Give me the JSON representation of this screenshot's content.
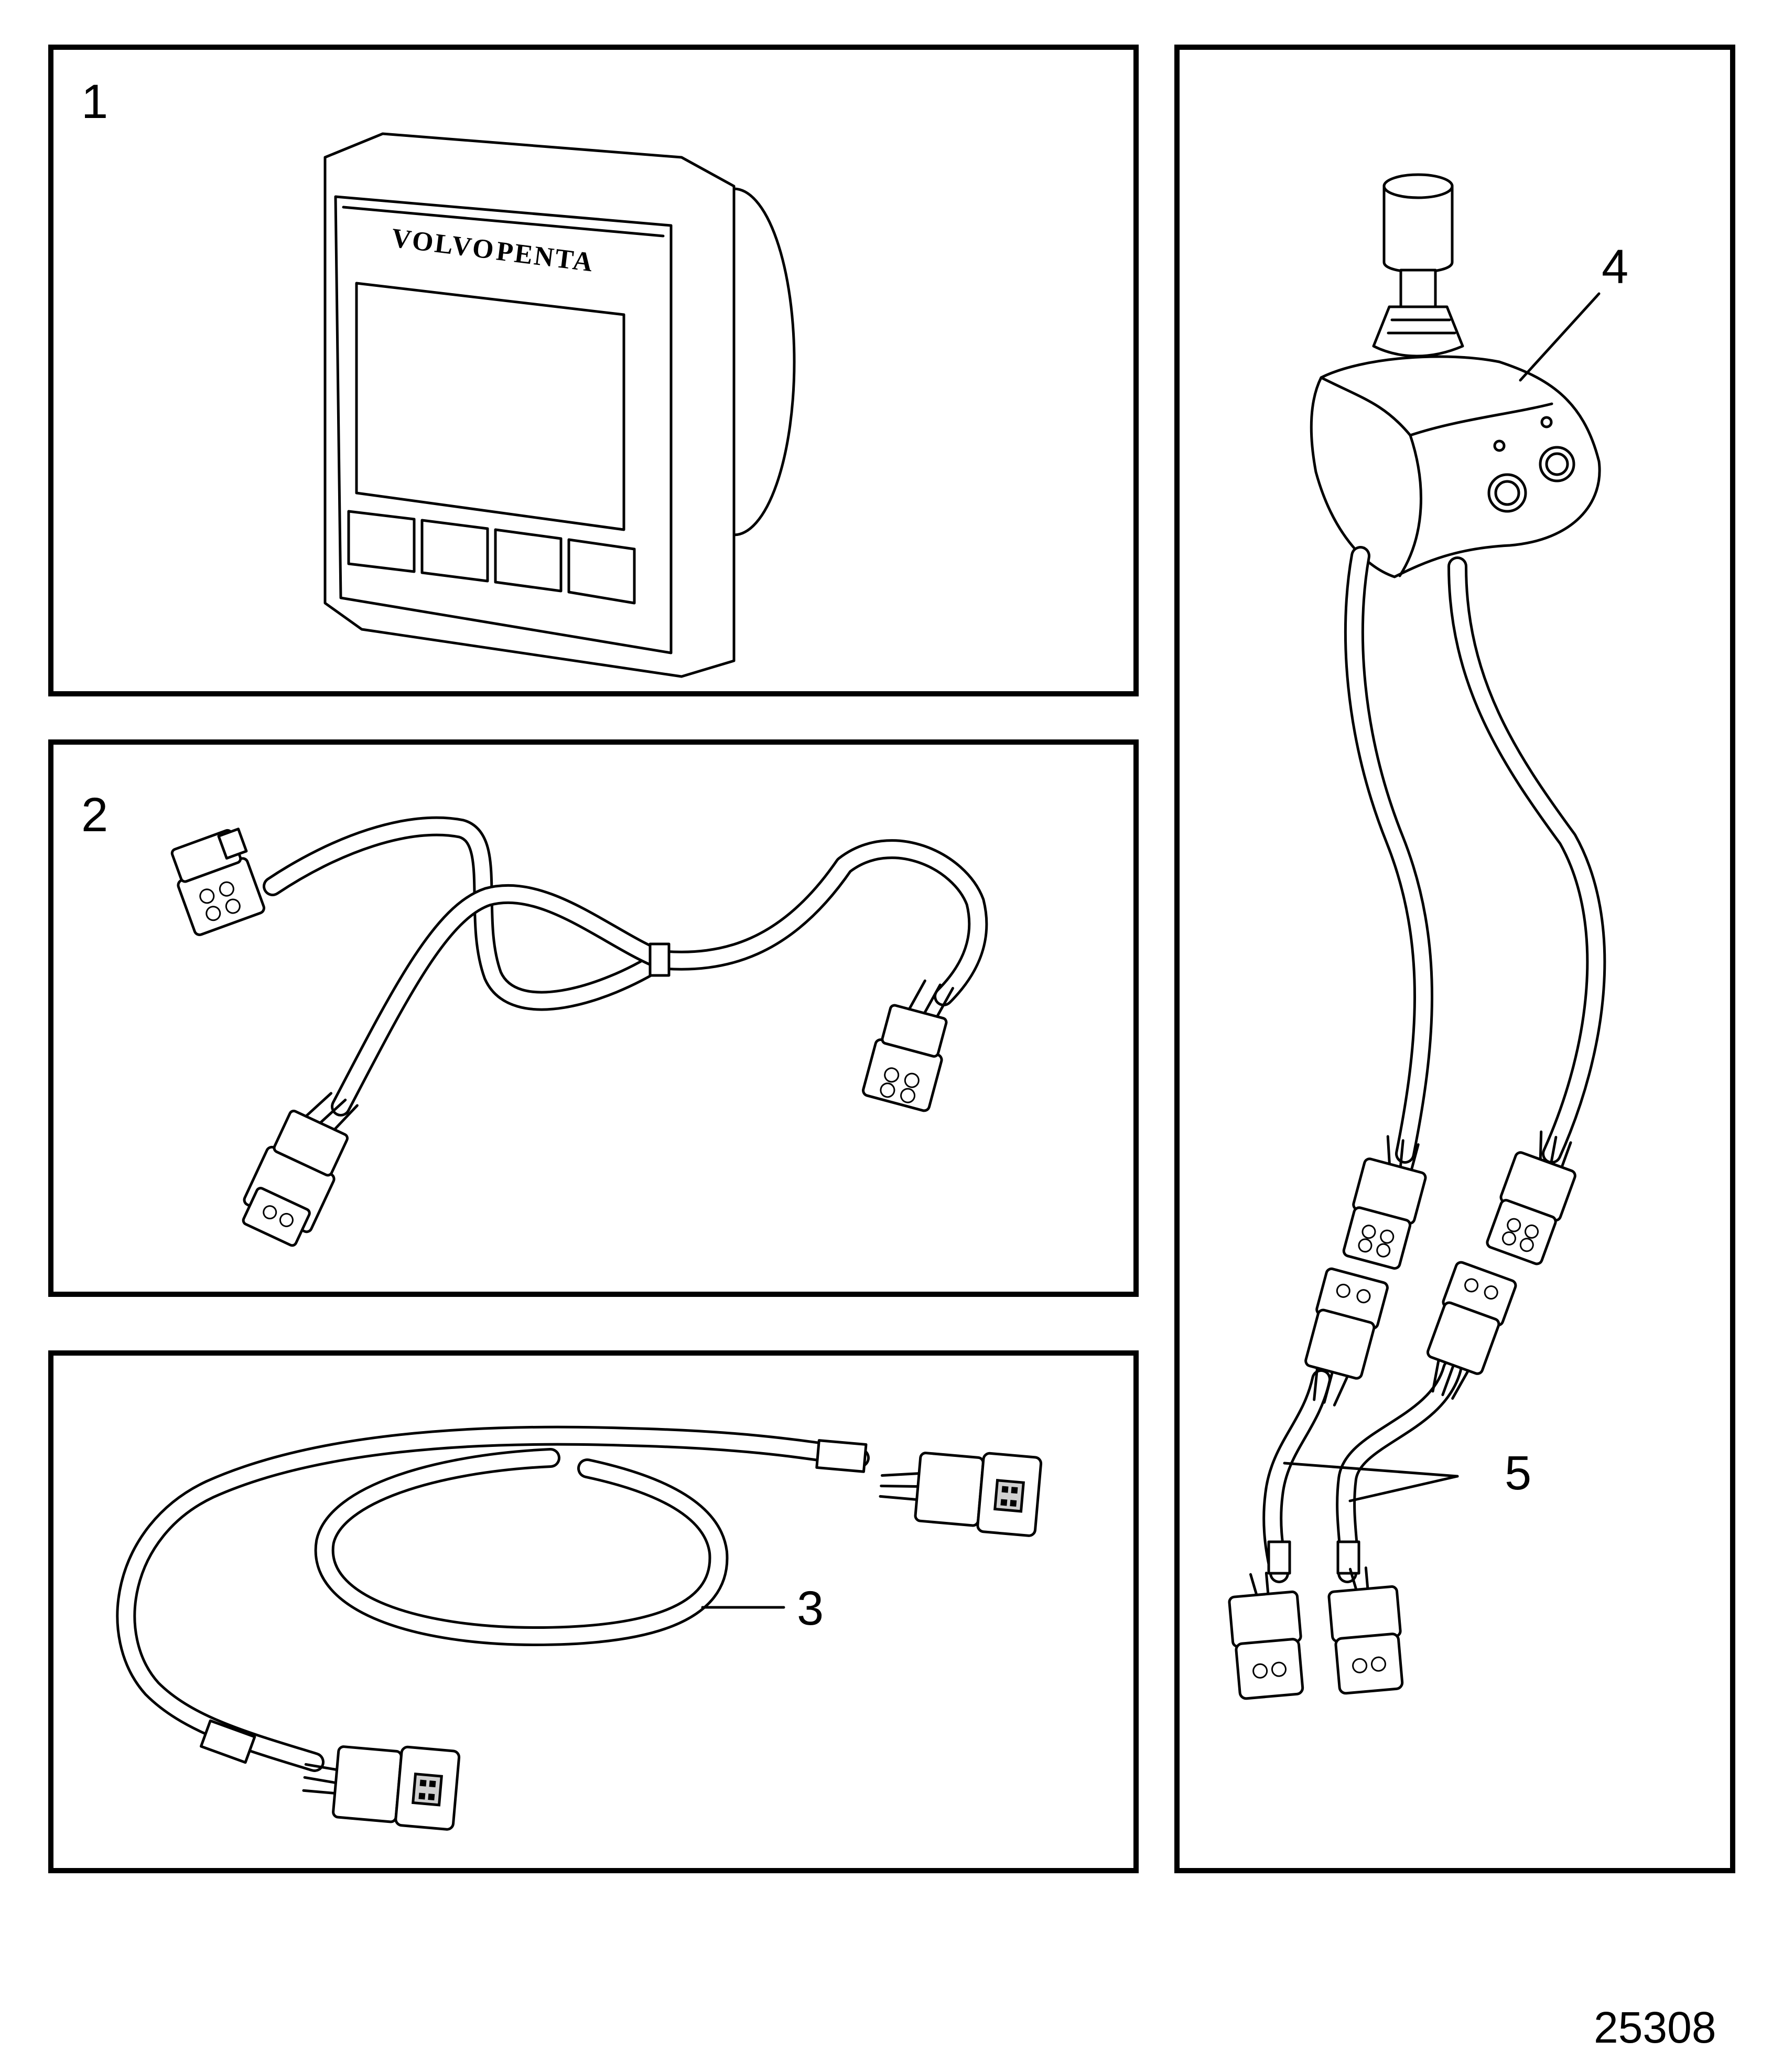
{
  "figure_code": "25308",
  "panels": [
    {
      "label": "1",
      "part": "display unit"
    },
    {
      "label": "2",
      "part": "y-split cable"
    },
    {
      "label": "3",
      "part": "extension cable"
    },
    {
      "label": "4",
      "part": "joystick"
    },
    {
      "label": "5",
      "part": "adapter cables"
    }
  ],
  "display": {
    "brand_line1": "VOLVO",
    "brand_line2": "PENTA"
  },
  "icons": [
    "display-unit-icon",
    "y-cable-icon",
    "extension-cable-icon",
    "joystick-icon",
    "adapter-cable-icon",
    "connector-icon"
  ],
  "colors": {
    "ink": "#000000",
    "paper": "#ffffff"
  }
}
